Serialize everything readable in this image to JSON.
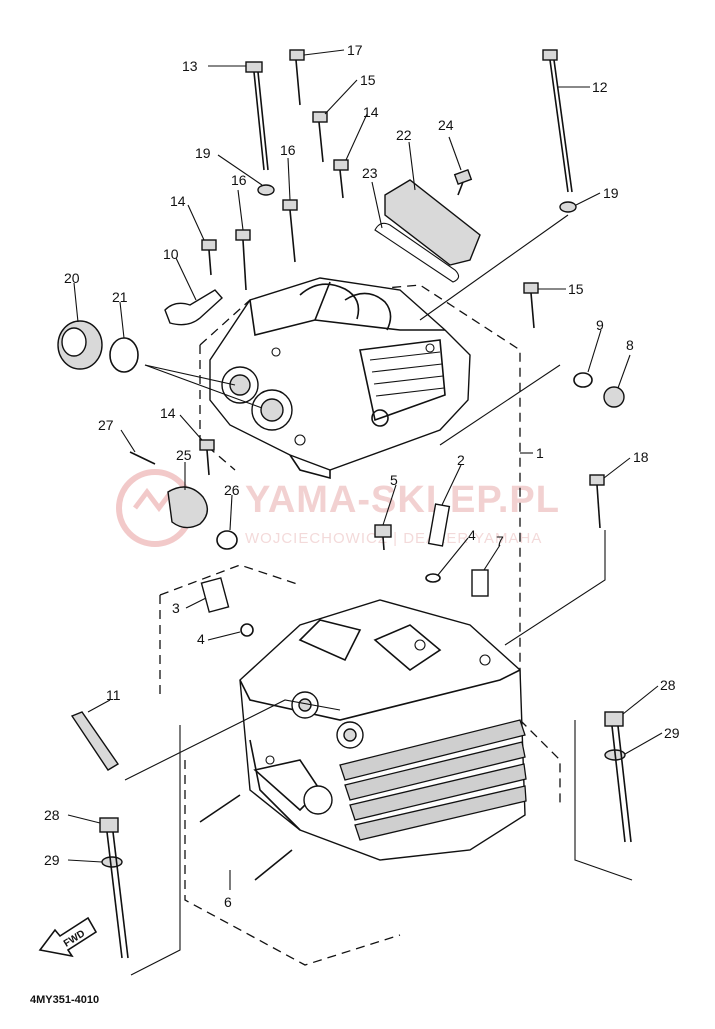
{
  "diagram": {
    "code": "4MY351-4010",
    "forward_label": "FWD",
    "watermark": {
      "brand": "YAMA-SKLEP.PL",
      "subline": "WOJCIECHOWICZ | DEALER YAMAHA"
    },
    "callouts": [
      {
        "id": "c13",
        "label": "13"
      },
      {
        "id": "c17",
        "label": "17"
      },
      {
        "id": "c15a",
        "label": "15"
      },
      {
        "id": "c14a",
        "label": "14"
      },
      {
        "id": "c22",
        "label": "22"
      },
      {
        "id": "c24",
        "label": "24"
      },
      {
        "id": "c12",
        "label": "12"
      },
      {
        "id": "c19a",
        "label": "19"
      },
      {
        "id": "c16a",
        "label": "16"
      },
      {
        "id": "c16b",
        "label": "16"
      },
      {
        "id": "c23",
        "label": "23"
      },
      {
        "id": "c19b",
        "label": "19"
      },
      {
        "id": "c14b",
        "label": "14"
      },
      {
        "id": "c10",
        "label": "10"
      },
      {
        "id": "c15b",
        "label": "15"
      },
      {
        "id": "c20",
        "label": "20"
      },
      {
        "id": "c21",
        "label": "21"
      },
      {
        "id": "c9",
        "label": "9"
      },
      {
        "id": "c8",
        "label": "8"
      },
      {
        "id": "c27",
        "label": "27"
      },
      {
        "id": "c14c",
        "label": "14"
      },
      {
        "id": "c25",
        "label": "25"
      },
      {
        "id": "c1",
        "label": "1"
      },
      {
        "id": "c2",
        "label": "2"
      },
      {
        "id": "c5",
        "label": "5"
      },
      {
        "id": "c18",
        "label": "18"
      },
      {
        "id": "c26",
        "label": "26"
      },
      {
        "id": "c4a",
        "label": "4"
      },
      {
        "id": "c7",
        "label": "7"
      },
      {
        "id": "c3",
        "label": "3"
      },
      {
        "id": "c4b",
        "label": "4"
      },
      {
        "id": "c28a",
        "label": "28"
      },
      {
        "id": "c29a",
        "label": "29"
      },
      {
        "id": "c11",
        "label": "11"
      },
      {
        "id": "c28b",
        "label": "28"
      },
      {
        "id": "c29b",
        "label": "29"
      },
      {
        "id": "c6",
        "label": "6"
      }
    ]
  }
}
